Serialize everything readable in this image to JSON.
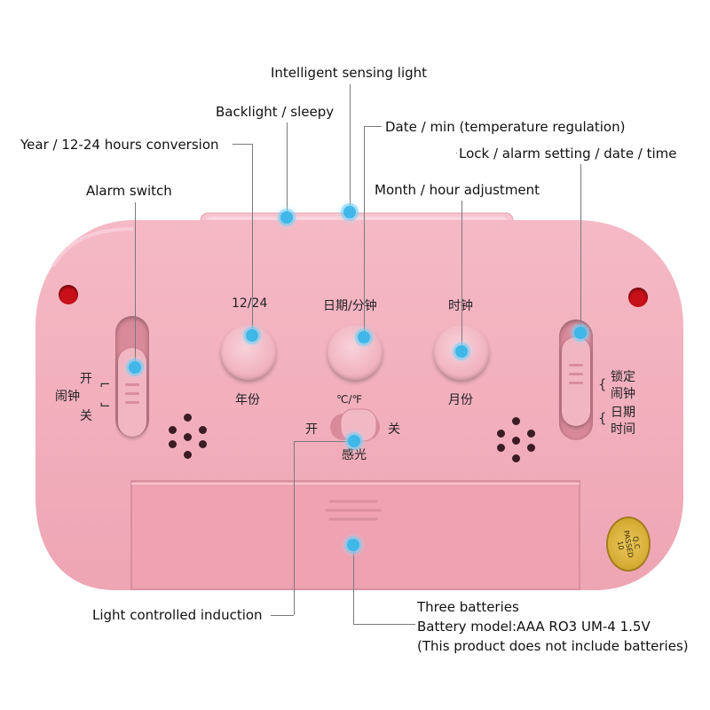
{
  "callouts": {
    "intelligent_sensing_light": "Intelligent sensing light",
    "backlight_sleepy": "Backlight / sleepy",
    "date_min": "Date / min (temperature regulation)",
    "year_conversion": "Year / 12-24 hours conversion",
    "lock_alarm": "Lock / alarm setting / date / time",
    "alarm_switch": "Alarm switch",
    "month_hour": "Month / hour adjustment",
    "light_induction": "Light controlled induction",
    "three_batteries": "Three batteries",
    "battery_model": "Battery model:AAA RO3 UM-4 1.5V",
    "no_batteries": "(This product does not include batteries)"
  },
  "device_labels": {
    "btn1_top": "12/24",
    "btn1_bottom": "年份",
    "btn2_top": "日期/分钟",
    "btn2_bottom": "℃/℉",
    "btn3_top": "时钟",
    "btn3_bottom": "月份",
    "left_on": "开",
    "left_alarm": "闹钟",
    "left_off": "关",
    "right_lock": "锁定",
    "right_alarm": "闹钟",
    "right_date": "日期",
    "right_time": "时间",
    "light_on": "开",
    "light_off": "关",
    "light_sense": "感光"
  },
  "seal": {
    "line1": "Q.C",
    "line2": "PASSED",
    "line3": "10"
  },
  "colors": {
    "body_pink": "#f0aab8",
    "highlight_dot": "#3fb7e8",
    "seal_gold": "#d9b23c"
  }
}
